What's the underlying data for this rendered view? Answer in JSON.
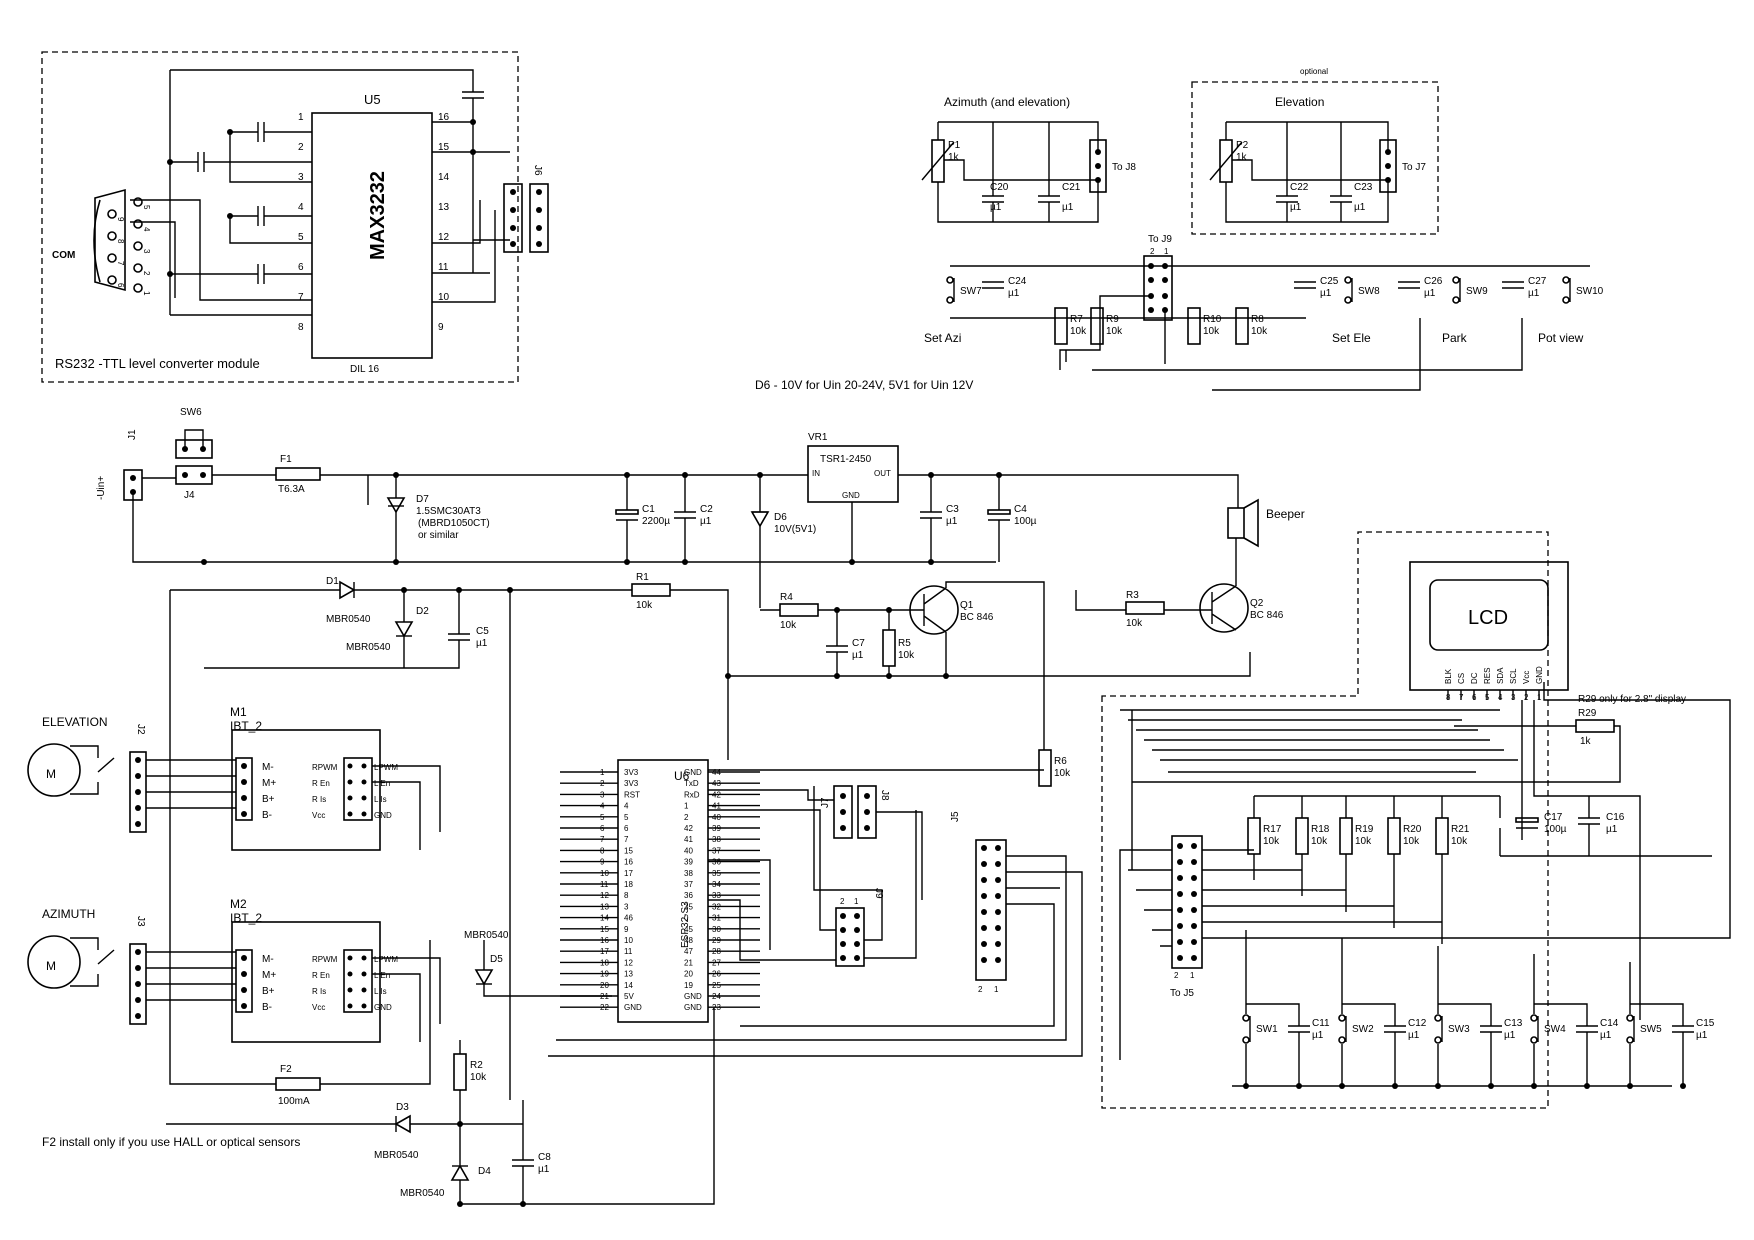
{
  "rs232_module": {
    "title": "RS232 -TTL level converter module",
    "ic_ref": "U5",
    "ic_name": "MAX3232",
    "ic_pkg": "DIL 16",
    "left_pins": [
      "1",
      "2",
      "3",
      "4",
      "5",
      "6",
      "7",
      "8"
    ],
    "right_pins": [
      "16",
      "15",
      "14",
      "13",
      "12",
      "11",
      "10",
      "9"
    ],
    "com_label": "COM",
    "db9_pins": [
      "5",
      "9",
      "4",
      "8",
      "3",
      "7",
      "2",
      "6",
      "1"
    ],
    "connector": "J6"
  },
  "pot_azimuth": {
    "title": "Azimuth (and elevation)",
    "ref": "P1",
    "value": "1k",
    "caps": [
      {
        "ref": "C20",
        "value": "µ1"
      },
      {
        "ref": "C21",
        "value": "µ1"
      }
    ],
    "to": "To J8"
  },
  "pot_elevation": {
    "note": "optional",
    "title": "Elevation",
    "ref": "P2",
    "value": "1k",
    "caps": [
      {
        "ref": "C22",
        "value": "µ1"
      },
      {
        "ref": "C23",
        "value": "µ1"
      }
    ],
    "to": "To J7"
  },
  "buttons_top": {
    "to": "To J9",
    "header_nums": [
      "2",
      "1"
    ],
    "switches": [
      {
        "sw": "SW7",
        "cap": "C24",
        "capv": "µ1",
        "label": "Set Azi"
      },
      {
        "sw": "SW8",
        "cap": "C25",
        "capv": "µ1",
        "label": "Set Ele"
      },
      {
        "sw": "SW9",
        "cap": "C26",
        "capv": "µ1",
        "label": "Park"
      },
      {
        "sw": "SW10",
        "cap": "C27",
        "capv": "µ1",
        "label": "Pot view"
      }
    ],
    "resistors": [
      {
        "ref": "R7",
        "value": "10k"
      },
      {
        "ref": "R9",
        "value": "10k"
      },
      {
        "ref": "R10",
        "value": "10k"
      },
      {
        "ref": "R8",
        "value": "10k"
      }
    ]
  },
  "notes": {
    "d6": "D6 - 10V for Uin 20-24V, 5V1 for Uin 12V",
    "f2": "F2 install only if you use HALL or optical sensors",
    "r29": "R29 only for 2.8\" display"
  },
  "power": {
    "j1": "J1",
    "uin": "-Uin+",
    "j4": "J4",
    "sw6": "SW6",
    "f1_ref": "F1",
    "f1_val": "T6.3A",
    "d7_ref": "D7",
    "d7_val": "1.5SMC30AT3",
    "d7_alt": "(MBRD1050CT)",
    "d7_alt2": "or similar",
    "vr1_ref": "VR1",
    "vr1_name": "TSR1-2450",
    "vr1_in": "IN",
    "vr1_out": "OUT",
    "vr1_gnd": "GND",
    "c1_ref": "C1",
    "c1_val": "2200µ",
    "c2_ref": "C2",
    "c2_val": "µ1",
    "d6_ref": "D6",
    "d6_val": "10V(5V1)",
    "c3_ref": "C3",
    "c3_val": "µ1",
    "c4_ref": "C4",
    "c4_val": "100µ",
    "beeper": "Beeper"
  },
  "driver": {
    "d1_ref": "D1",
    "d1_val": "MBR0540",
    "d2_ref": "D2",
    "d2_val": "MBR0540",
    "c5_ref": "C5",
    "c5_val": "µ1",
    "r1_ref": "R1",
    "r1_val": "10k",
    "r4_ref": "R4",
    "r4_val": "10k",
    "c7_ref": "C7",
    "c7_val": "µ1",
    "r5_ref": "R5",
    "r5_val": "10k",
    "q1_ref": "Q1",
    "q1_val": "BC 846",
    "r3_ref": "R3",
    "r3_val": "10k",
    "q2_ref": "Q2",
    "q2_val": "BC 846",
    "r6_ref": "R6",
    "r6_val": "10k"
  },
  "motors": [
    {
      "label": "ELEVATION",
      "conn": "J2",
      "ref": "M1",
      "type": "IBT_2"
    },
    {
      "label": "AZIMUTH",
      "conn": "J3",
      "ref": "M2",
      "type": "IBT_2"
    }
  ],
  "ibt_pins_left": [
    "M-",
    "M+",
    "B+",
    "B-"
  ],
  "ibt_pins_right_l": [
    "RPWM",
    "R En",
    "R Is",
    "Vcc"
  ],
  "ibt_pins_right_r": [
    "LPWM",
    "L En",
    "L Is",
    "GND"
  ],
  "lower": {
    "f2_ref": "F2",
    "f2_val": "100mA",
    "d3_ref": "D3",
    "d3_val": "MBR0540",
    "d4_ref": "D4",
    "d4_val": "MBR0540",
    "d5_ref": "D5",
    "d5_val": "MBR0540",
    "r2_ref": "R2",
    "r2_val": "10k",
    "c8_ref": "C8",
    "c8_val": "µ1"
  },
  "mcu": {
    "ref": "U6",
    "name": "ESP32-S3",
    "left_labels": [
      "3V3",
      "3V3",
      "RST",
      "4",
      "5",
      "6",
      "7",
      "15",
      "16",
      "17",
      "18",
      "8",
      "3",
      "46",
      "9",
      "10",
      "11",
      "12",
      "13",
      "14",
      "5V",
      "GND"
    ],
    "left_nums": [
      "1",
      "2",
      "3",
      "4",
      "5",
      "6",
      "7",
      "8",
      "9",
      "10",
      "11",
      "12",
      "13",
      "14",
      "15",
      "16",
      "17",
      "18",
      "19",
      "20",
      "21",
      "22"
    ],
    "right_labels": [
      "GND",
      "TxD",
      "RxD",
      "1",
      "2",
      "42",
      "41",
      "40",
      "39",
      "38",
      "37",
      "36",
      "35",
      "0",
      "45",
      "48",
      "47",
      "21",
      "20",
      "19",
      "GND",
      "GND"
    ],
    "right_nums": [
      "44",
      "43",
      "42",
      "41",
      "40",
      "39",
      "38",
      "37",
      "36",
      "35",
      "34",
      "33",
      "32",
      "31",
      "30",
      "29",
      "28",
      "27",
      "26",
      "25",
      "24",
      "23"
    ]
  },
  "jumpers": {
    "j7": "J7",
    "j8": "J8",
    "j9": "J9",
    "j9_nums": [
      "2",
      "1"
    ],
    "j5": "J5",
    "j5_nums": [
      "2",
      "1"
    ]
  },
  "lcd_module": {
    "title": "LCD",
    "pins": [
      "BLK",
      "CS",
      "DC",
      "RES",
      "SDA",
      "SCL",
      "Vcc",
      "GND"
    ],
    "pin_nums": [
      "8",
      "7",
      "6",
      "5",
      "4",
      "3",
      "2",
      "1"
    ],
    "r29_ref": "R29",
    "r29_val": "1k",
    "c17_ref": "C17",
    "c17_val": "100µ",
    "c16_ref": "C16",
    "c16_val": "µ1",
    "resistors": [
      {
        "ref": "R17",
        "value": "10k"
      },
      {
        "ref": "R18",
        "value": "10k"
      },
      {
        "ref": "R19",
        "value": "10k"
      },
      {
        "ref": "R20",
        "value": "10k"
      },
      {
        "ref": "R21",
        "value": "10k"
      }
    ],
    "switches": [
      {
        "sw": "SW1",
        "cap": "C11",
        "capv": "µ1"
      },
      {
        "sw": "SW2",
        "cap": "C12",
        "capv": "µ1"
      },
      {
        "sw": "SW3",
        "cap": "C13",
        "capv": "µ1"
      },
      {
        "sw": "SW4",
        "cap": "C14",
        "capv": "µ1"
      },
      {
        "sw": "SW5",
        "cap": "C15",
        "capv": "µ1"
      }
    ],
    "to": "To J5",
    "header_nums": [
      "2",
      "1"
    ]
  }
}
